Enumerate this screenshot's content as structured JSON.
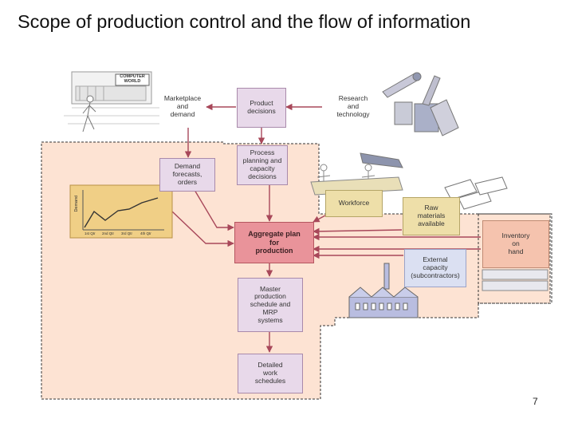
{
  "title": "Scope of production control and the flow of information",
  "page_number": "7",
  "nodes": {
    "computer_world_sign": "COMPUTER\nWORLD",
    "marketplace": "Marketplace\nand\ndemand",
    "product_decisions": "Product\ndecisions",
    "research": "Research\nand\ntechnology",
    "process_planning": "Process\nplanning and\ncapacity\ndecisions",
    "demand_forecasts": "Demand\nforecasts,\norders",
    "workforce": "Workforce",
    "raw_materials": "Raw\nmaterials\navailable",
    "inventory": "Inventory\non\nhand",
    "aggregate_plan": "Aggregate plan\nfor\nproduction",
    "external_capacity": "External\ncapacity\n(subcontractors)",
    "master_schedule": "Master\nproduction\nschedule and\nMRP\nsystems",
    "detailed_schedules": "Detailed\nwork\nschedules"
  },
  "mini_chart": {
    "ylabel": "Demand",
    "x_labels": [
      "1st Qtr",
      "2nd Qtr",
      "3rd Qtr",
      "4th Qtr"
    ]
  },
  "colors": {
    "scope_region": "#fde3d3",
    "arrow": "#a8485a",
    "aggregate_plan": "#e9939a"
  }
}
